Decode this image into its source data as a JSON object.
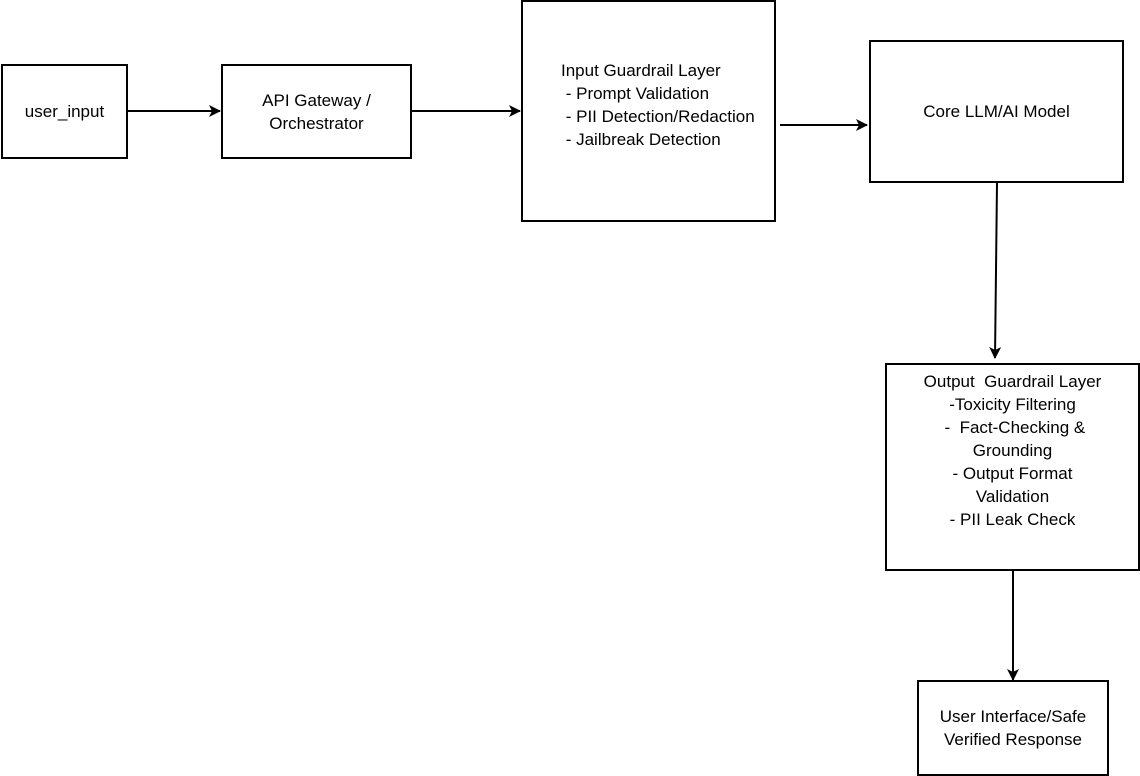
{
  "nodes": {
    "user_input": {
      "lines": [
        "user_input"
      ]
    },
    "api_gateway": {
      "lines": [
        "API Gateway /",
        "Orchestrator"
      ]
    },
    "input_guardrail": {
      "lines": [
        "Input Guardrail Layer",
        " - Prompt Validation",
        " - PII Detection/Redaction",
        " - Jailbreak Detection"
      ]
    },
    "core_llm": {
      "lines": [
        "Core LLM/AI Model"
      ]
    },
    "output_guardrail": {
      "lines": [
        "Output  Guardrail Layer",
        "-Toxicity Filtering",
        " -  Fact-Checking &",
        "Grounding",
        "- Output Format",
        "Validation",
        "- PII Leak Check"
      ]
    },
    "user_interface": {
      "lines": [
        "User Interface/Safe",
        "Verified Response"
      ]
    }
  },
  "edges": [
    {
      "from": "user_input",
      "to": "api_gateway"
    },
    {
      "from": "api_gateway",
      "to": "input_guardrail"
    },
    {
      "from": "input_guardrail",
      "to": "core_llm"
    },
    {
      "from": "core_llm",
      "to": "output_guardrail"
    },
    {
      "from": "output_guardrail",
      "to": "user_interface"
    }
  ]
}
